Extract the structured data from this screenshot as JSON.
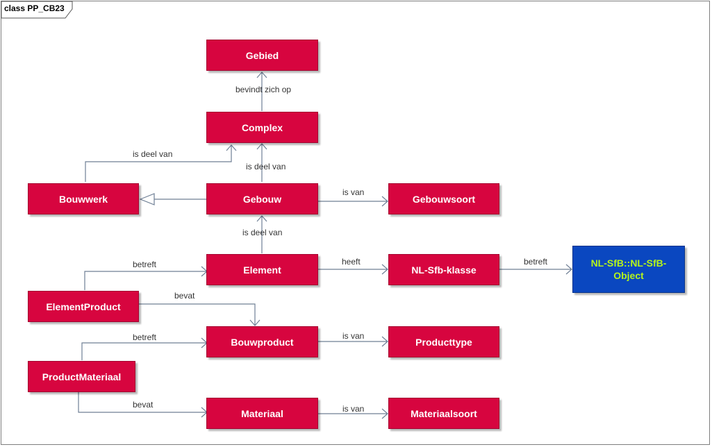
{
  "frame": {
    "title": "class PP_CB23"
  },
  "classes": {
    "gebied": "Gebied",
    "complex": "Complex",
    "bouwwerk": "Bouwwerk",
    "gebouw": "Gebouw",
    "gebouwsoort": "Gebouwsoort",
    "element": "Element",
    "nl_sfb_klasse": "NL-Sfb-klasse",
    "nl_sfb_object": "NL-SfB::NL-SfB-Object",
    "element_product": "ElementProduct",
    "bouwproduct": "Bouwproduct",
    "producttype": "Producttype",
    "product_materiaal": "ProductMateriaal",
    "materiaal": "Materiaal",
    "materiaalsoort": "Materiaalsoort"
  },
  "relations": {
    "complex_gebied": "bevindt zich op",
    "bouwwerk_complex": "is deel van",
    "gebouw_complex": "is deel van",
    "gebouw_gebouwsoort": "is van",
    "element_gebouw": "is deel van",
    "element_klasse": "heeft",
    "klasse_object": "betreft",
    "elementproduct_element": "betreft",
    "elementproduct_bouwproduct": "bevat",
    "bouwproduct_producttype": "is van",
    "productmateriaal_bouwproduct": "betreft",
    "productmateriaal_materiaal": "bevat",
    "materiaal_materiaalsoort": "is van"
  },
  "colors": {
    "class_fill": "#d7053f",
    "external_fill": "#0a47c0",
    "external_text": "#b6f51a",
    "connector": "#6f7f95"
  }
}
